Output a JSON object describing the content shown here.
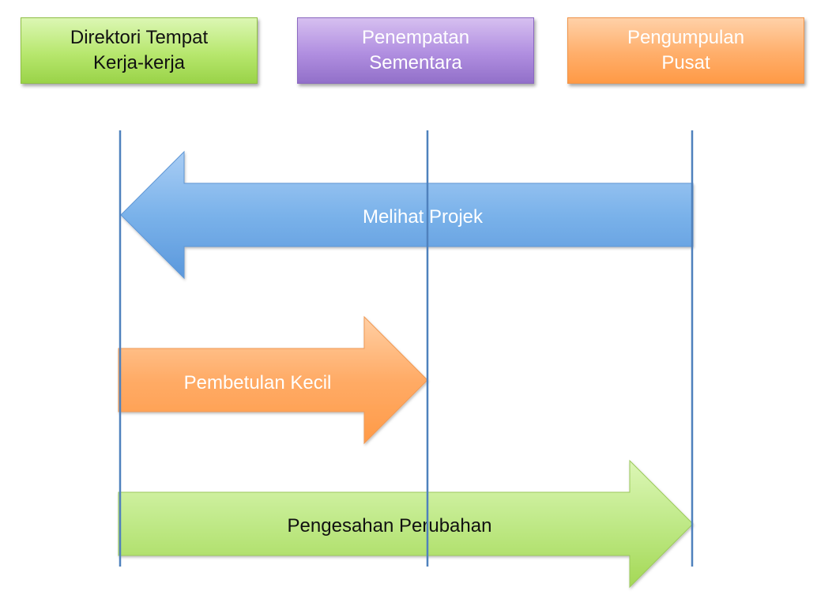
{
  "headers": {
    "workdir": {
      "line1": "Direktori Tempat",
      "line2": "Kerja-kerja",
      "color": "#b7e76e"
    },
    "staging": {
      "line1": "Penempatan",
      "line2": "Sementara",
      "color": "#b08ee0"
    },
    "repository": {
      "line1": "Pengumpulan",
      "line2": "Pusat",
      "color": "#ffae6a"
    }
  },
  "arrows": {
    "checkout": {
      "label": "Melihat Projek",
      "direction": "left",
      "from": "repository",
      "to": "workdir",
      "color": "#6aa6e4"
    },
    "stage": {
      "label": "Pembetulan Kecil",
      "direction": "right",
      "from": "workdir",
      "to": "staging",
      "color": "#ffa05a"
    },
    "commit": {
      "label": "Pengesahan Perubahan",
      "direction": "right",
      "from": "workdir",
      "to": "repository",
      "color": "#b7e76e"
    }
  },
  "lifeline_color": "#4f81bd"
}
